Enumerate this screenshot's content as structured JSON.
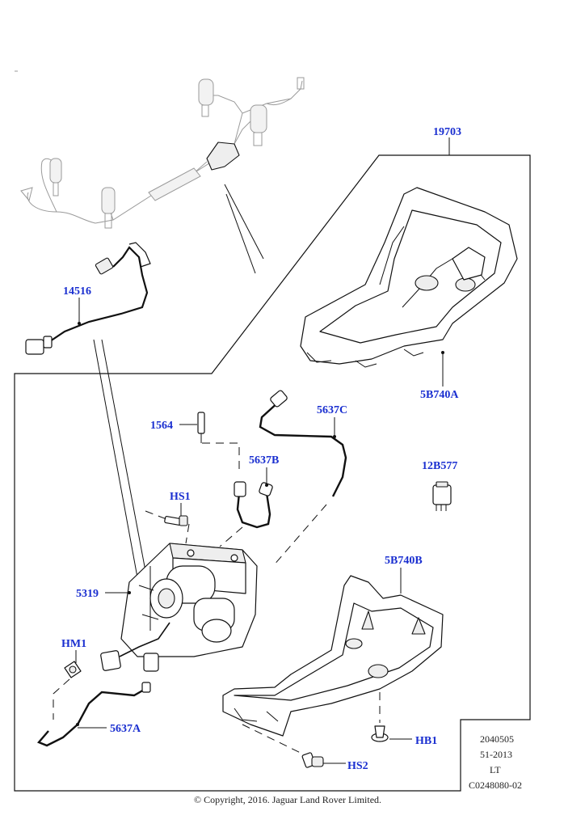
{
  "callouts": {
    "c19703": "19703",
    "c14516": "14516",
    "c5B740A": "5B740A",
    "c1564": "1564",
    "c5637C": "5637C",
    "c5637B": "5637B",
    "c12B577": "12B577",
    "cHS1": "HS1",
    "c5B740B": "5B740B",
    "c5319": "5319",
    "cHM1": "HM1",
    "c5637A": "5637A",
    "cHB1": "HB1",
    "cHS2": "HS2"
  },
  "meta": {
    "line1": "2040505",
    "line2": "51-2013",
    "line3": "LT",
    "line4": "C0248080-02"
  },
  "copyright": "© Copyright, 2016. Jaguar Land Rover Limited.",
  "colors": {
    "callout": "#1a2fd0",
    "line": "#111111",
    "faded": "#9a9a9a"
  }
}
